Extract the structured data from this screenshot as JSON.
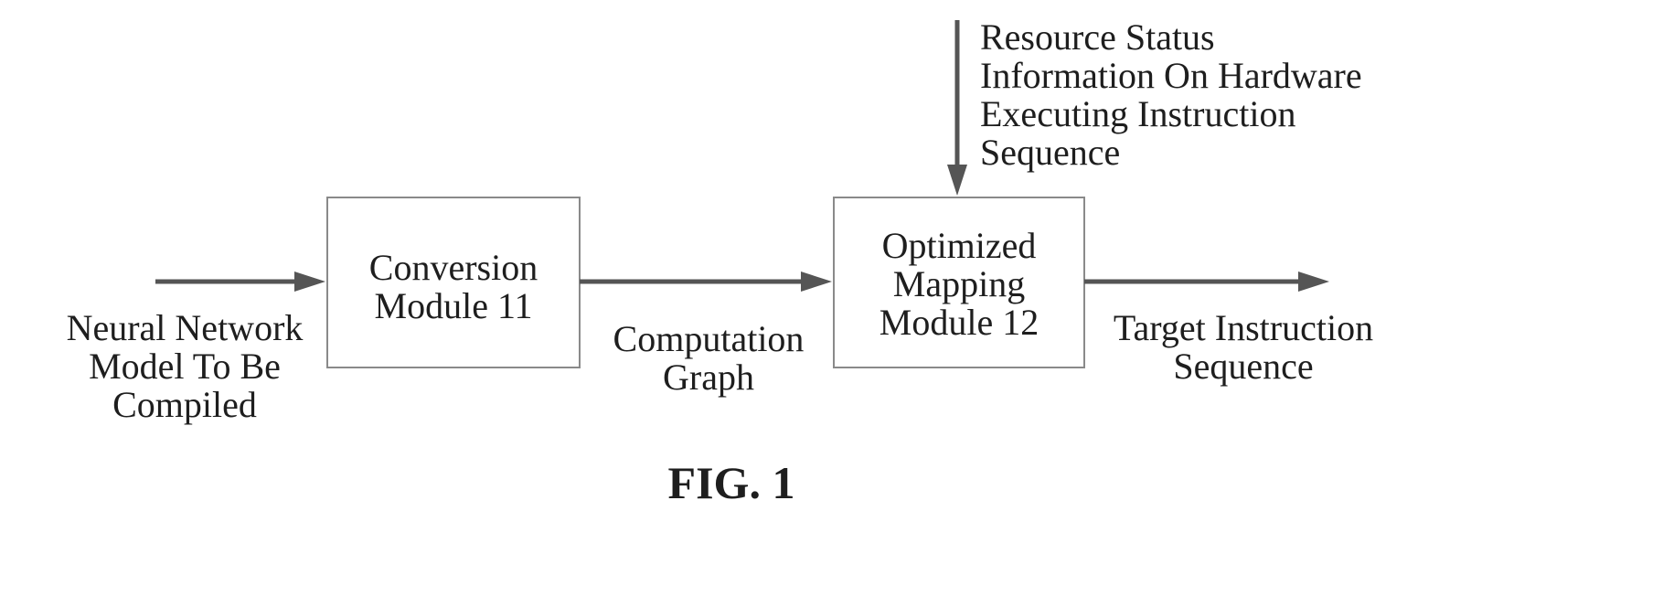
{
  "input_label": [
    "Neural Network",
    "Model To Be",
    "Compiled"
  ],
  "conversion_module": [
    "Conversion",
    "Module 11"
  ],
  "computation_graph_label": [
    "Computation",
    "Graph"
  ],
  "mapping_module": [
    "Optimized",
    "Mapping",
    "Module 12"
  ],
  "resource_status_label": [
    "Resource Status",
    "Information On Hardware",
    "Executing Instruction",
    "Sequence"
  ],
  "output_label": [
    "Target Instruction",
    "Sequence"
  ],
  "figure_caption": "FIG. 1"
}
